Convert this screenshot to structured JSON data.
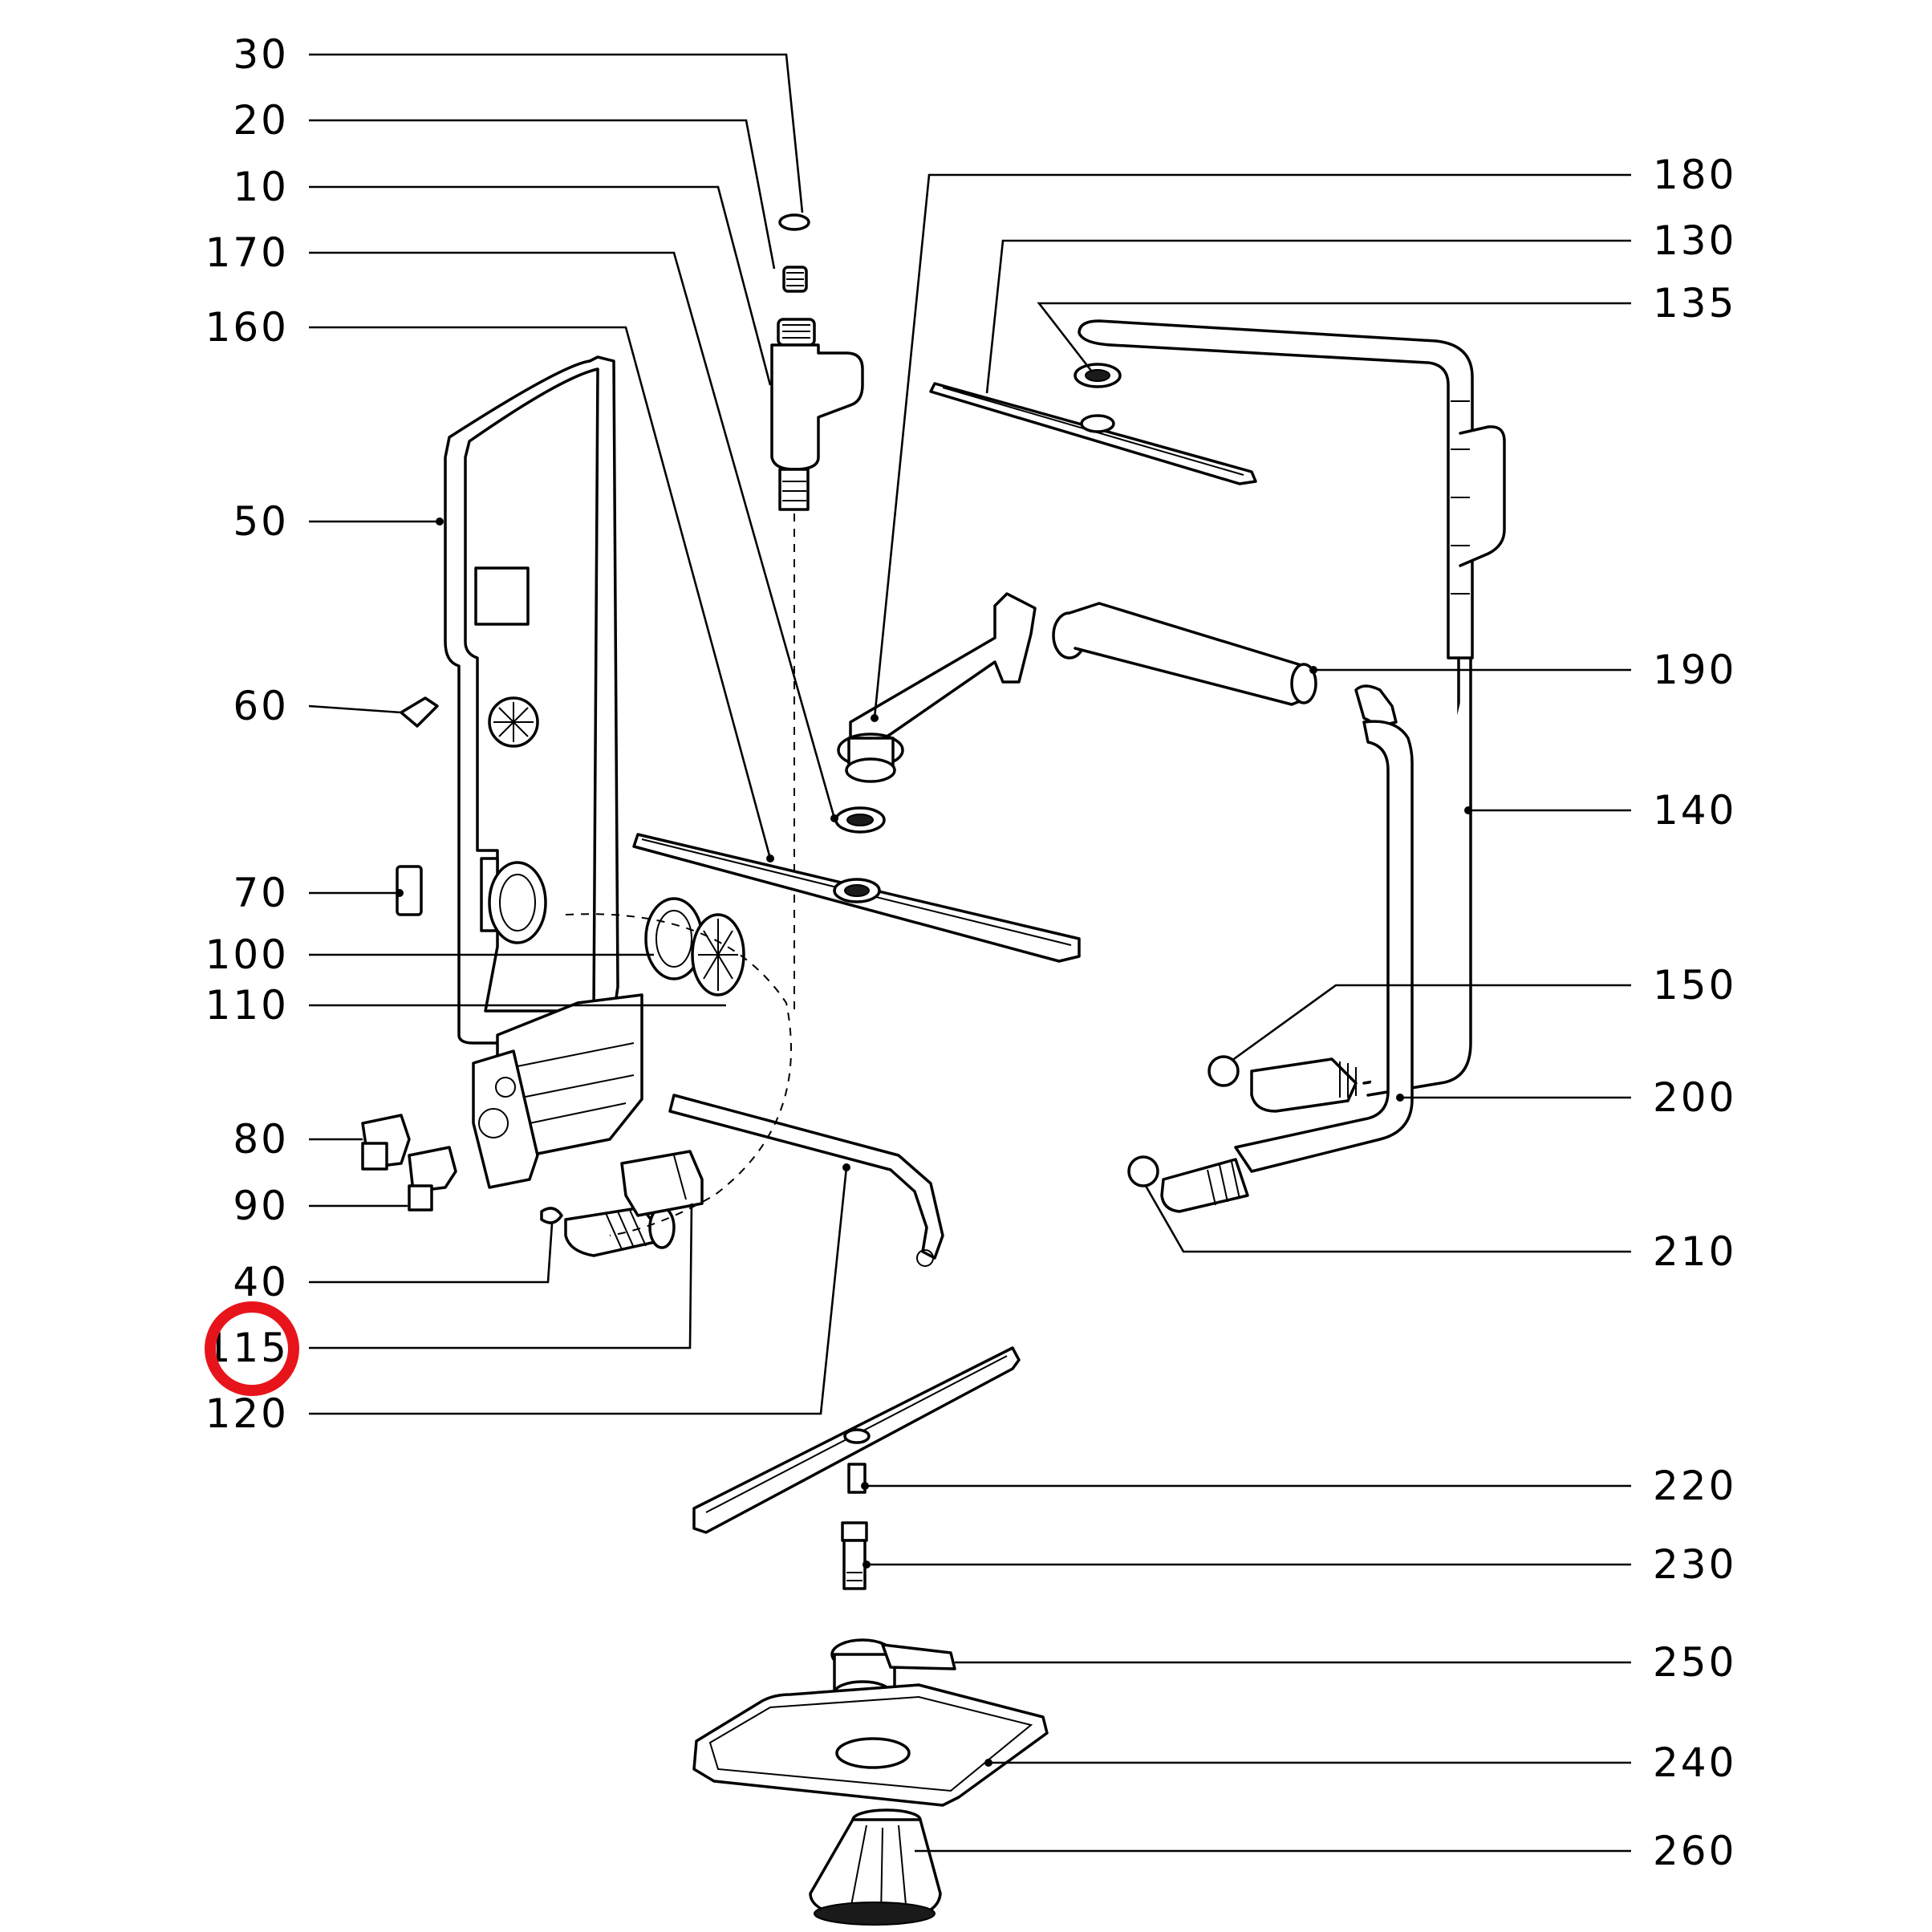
{
  "labels": {
    "l30": "30",
    "l20": "20",
    "l10": "10",
    "l170": "170",
    "l160": "160",
    "l50": "50",
    "l60": "60",
    "l70": "70",
    "l100": "100",
    "l110": "110",
    "l80": "80",
    "l90": "90",
    "l40": "40",
    "l115": "115",
    "l120": "120",
    "l180": "180",
    "l130": "130",
    "l135": "135",
    "l190": "190",
    "l140": "140",
    "l150": "150",
    "l200": "200",
    "l210": "210",
    "l220": "220",
    "l230": "230",
    "l250": "250",
    "l240": "240",
    "l260": "260"
  },
  "highlight": {
    "part": "115",
    "color": "#e8141b"
  },
  "colors": {
    "ink": "#000000",
    "background": "#ffffff"
  }
}
